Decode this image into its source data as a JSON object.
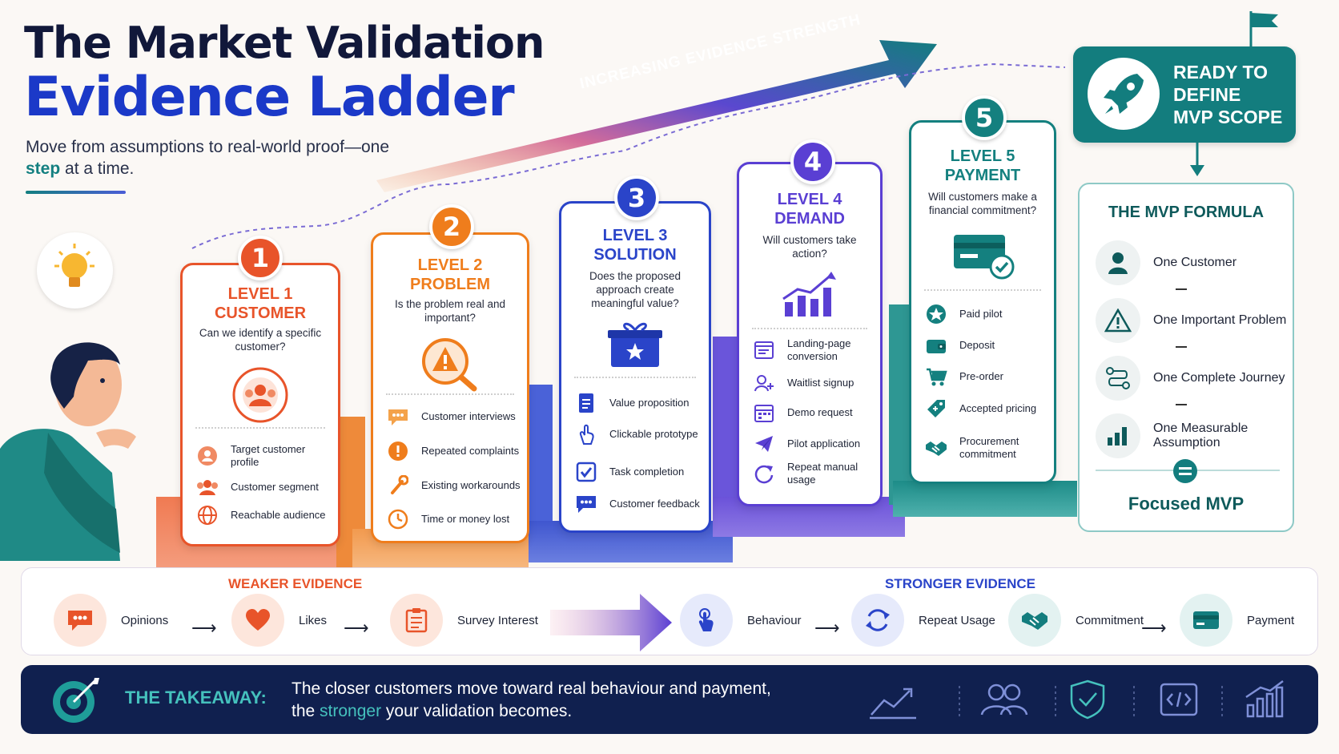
{
  "title": {
    "line1": "The Market Validation",
    "line2": "Evidence Ladder"
  },
  "subtitle": {
    "part1": "Move from assumptions to real-world proof—one ",
    "highlight": "step",
    "part2": " at a time."
  },
  "arrow_label": "INCREASING EVIDENCE STRENGTH",
  "levels": [
    {
      "num": "1",
      "title1": "LEVEL 1",
      "title2": "CUSTOMER",
      "question": "Can we identify a specific customer?",
      "color": "#e8542a",
      "items": [
        "Target customer profile",
        "Customer segment",
        "Reachable audience"
      ]
    },
    {
      "num": "2",
      "title1": "LEVEL 2",
      "title2": "PROBLEM",
      "question": "Is the problem real and important?",
      "color": "#ef7d1c",
      "items": [
        "Customer interviews",
        "Repeated complaints",
        "Existing workarounds",
        "Time or money lost"
      ]
    },
    {
      "num": "3",
      "title1": "LEVEL 3",
      "title2": "SOLUTION",
      "question": "Does the proposed approach create meaningful value?",
      "color": "#2a44c9",
      "items": [
        "Value proposition",
        "Clickable prototype",
        "Task completion",
        "Customer feedback"
      ]
    },
    {
      "num": "4",
      "title1": "LEVEL 4",
      "title2": "DEMAND",
      "question": "Will customers take action?",
      "color": "#5a3fd3",
      "items": [
        "Landing-page conversion",
        "Waitlist signup",
        "Demo request",
        "Pilot application",
        "Repeat manual usage"
      ]
    },
    {
      "num": "5",
      "title1": "LEVEL 5",
      "title2": "PAYMENT",
      "question": "Will customers make a financial commitment?",
      "color": "#14807f",
      "items": [
        "Paid pilot",
        "Deposit",
        "Pre-order",
        "Accepted pricing",
        "Procurement commitment"
      ]
    }
  ],
  "ready": {
    "text1": "READY TO",
    "text2": "DEFINE",
    "text3": "MVP SCOPE"
  },
  "formula": {
    "title": "THE MVP FORMULA",
    "rows": [
      "One Customer",
      "One Important Problem",
      "One Complete Journey",
      "One Measurable Assumption"
    ],
    "result": "Focused MVP"
  },
  "evidence": {
    "weak_label": "WEAKER EVIDENCE",
    "strong_label": "STRONGER EVIDENCE",
    "weak": [
      "Opinions",
      "Likes",
      "Survey Interest"
    ],
    "strong": [
      "Behaviour",
      "Repeat Usage",
      "Commitment",
      "Payment"
    ]
  },
  "takeaway": {
    "label": "THE TAKEAWAY:",
    "line1": "The closer customers move toward real behaviour and payment,",
    "line2a": "the ",
    "line2hl": "stronger",
    "line2b": " your validation becomes."
  },
  "colors": {
    "navy": "#10204f",
    "teal": "#137d7e",
    "blue": "#1b39c8",
    "orange": "#e8542a"
  }
}
